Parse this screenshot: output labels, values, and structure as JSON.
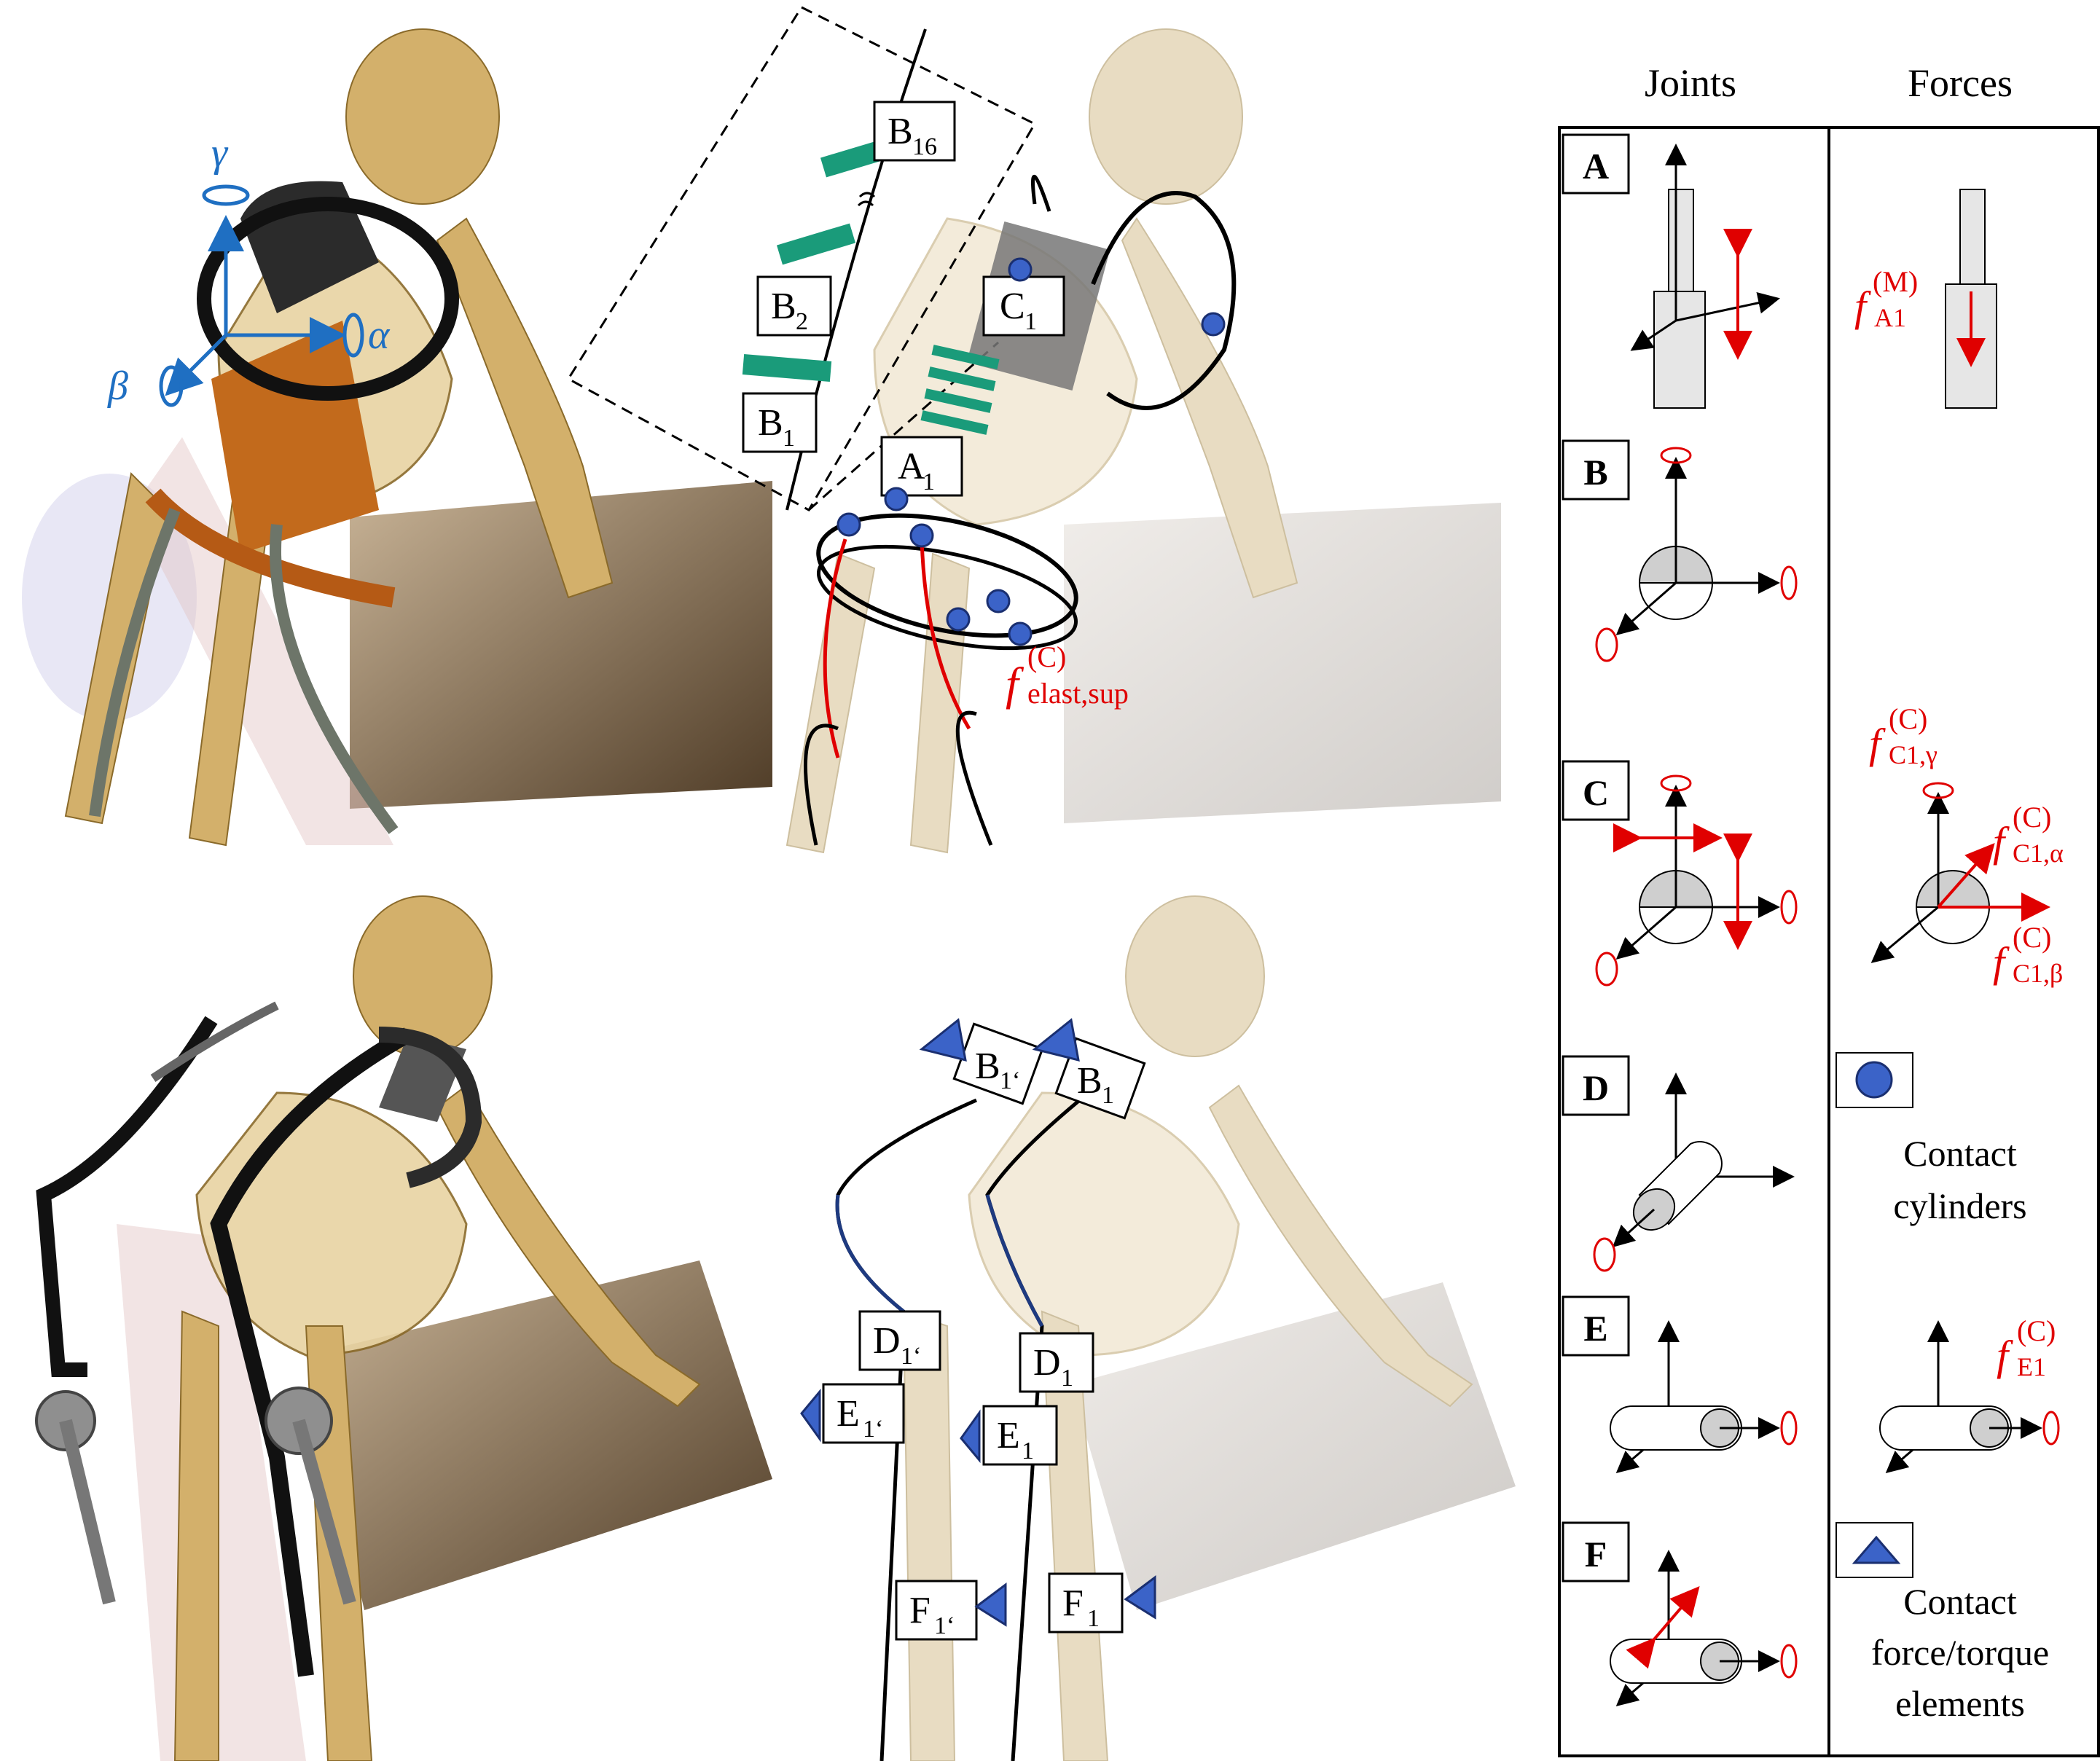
{
  "columns": {
    "joints": "Joints",
    "forces": "Forces"
  },
  "joint_rows": [
    {
      "key": "A",
      "label": "A"
    },
    {
      "key": "B",
      "label": "B"
    },
    {
      "key": "C",
      "label": "C"
    },
    {
      "key": "D",
      "label": "D"
    },
    {
      "key": "E",
      "label": "E"
    },
    {
      "key": "F",
      "label": "F"
    }
  ],
  "rotation_axes": {
    "alpha": "α",
    "beta": "β",
    "gamma": "γ"
  },
  "top_labels": {
    "B16": {
      "main": "B",
      "sub": "16"
    },
    "B2": {
      "main": "B",
      "sub": "2"
    },
    "B1": {
      "main": "B",
      "sub": "1"
    },
    "C1": {
      "main": "C",
      "sub": "1"
    },
    "A1": {
      "main": "A",
      "sub": "1"
    }
  },
  "bottom_labels": {
    "B1p": {
      "main": "B",
      "sub": "1‘"
    },
    "B1": {
      "main": "B",
      "sub": "1"
    },
    "D1p": {
      "main": "D",
      "sub": "1‘"
    },
    "D1": {
      "main": "D",
      "sub": "1"
    },
    "E1p": {
      "main": "E",
      "sub": "1‘"
    },
    "E1": {
      "main": "E",
      "sub": "1"
    },
    "F1p": {
      "main": "F",
      "sub": "1‘"
    },
    "F1": {
      "main": "F",
      "sub": "1"
    }
  },
  "forces": {
    "elast_sup": {
      "f": "f",
      "sup": "(C)",
      "sub": "elast,sup"
    },
    "A1": {
      "f": "f",
      "sup": "(M)",
      "sub": "A1"
    },
    "C1_gamma": {
      "f": "f",
      "sup": "(C)",
      "sub": "C1,γ"
    },
    "C1_alpha": {
      "f": "f",
      "sup": "(C)",
      "sub": "C1,α"
    },
    "C1_beta": {
      "f": "f",
      "sup": "(C)",
      "sub": "C1,β"
    },
    "E1": {
      "f": "f",
      "sup": "(C)",
      "sub": "E1"
    }
  },
  "legend": {
    "contact_cylinders": [
      "Contact",
      "cylinders"
    ],
    "contact_elements": [
      "Contact",
      "force/torque",
      "elements"
    ]
  },
  "colors": {
    "accent_blue": "#1f6fc2",
    "force_red": "#e00000",
    "spring_green": "#1a9b7a",
    "contact_blue": "#3b63c8",
    "orbit_orange": "#c26a1c"
  }
}
